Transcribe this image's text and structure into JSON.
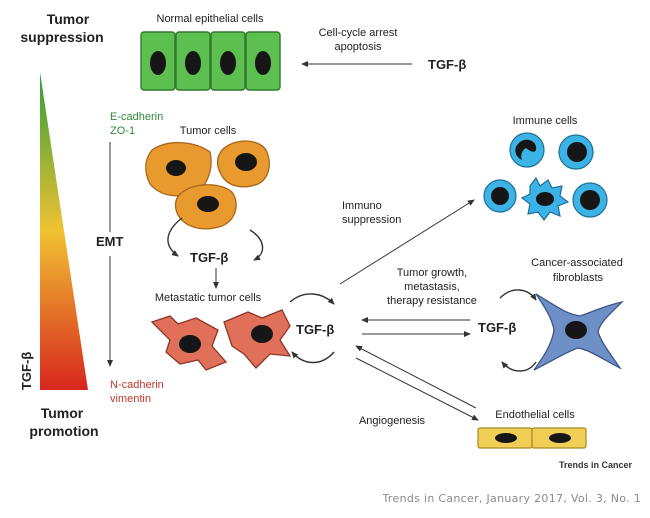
{
  "labels": {
    "tumor_suppression_1": "Tumor",
    "tumor_suppression_2": "suppression",
    "tumor_promotion_1": "Tumor",
    "tumor_promotion_2": "promotion",
    "tgf_axis": "TGF-β",
    "normal_cells": "Normal epithelial cells",
    "cell_cycle_1": "Cell-cycle arrest",
    "cell_cycle_2": "apoptosis",
    "tgf_top": "TGF-β",
    "e_cadherin": "E-cadherin",
    "zo1": "ZO-1",
    "tumor_cells": "Tumor cells",
    "emt": "EMT",
    "tgf_tumor": "TGF-β",
    "metastatic_cells": "Metastatic tumor cells",
    "tgf_center": "TGF-β",
    "n_cadherin": "N-cadherin",
    "vimentin": "vimentin",
    "immuno_1": "Immuno",
    "immuno_2": "suppression",
    "immune_cells": "Immune cells",
    "growth_1": "Tumor growth,",
    "growth_2": "metastasis,",
    "growth_3": "therapy resistance",
    "caf_1": "Cancer-associated",
    "caf_2": "fibroblasts",
    "tgf_right": "TGF-β",
    "angiogenesis": "Angiogenesis",
    "endothelial": "Endothelial cells",
    "brand": "Trends in Cancer",
    "caption": "Trends in Cancer, January 2017, Vol. 3, No. 1"
  },
  "colors": {
    "epithelial_fill": "#5cbf4f",
    "tumor_cell_fill": "#e89a2e",
    "metastatic_fill": "#e0705a",
    "immune_cell_fill": "#3bb3e6",
    "fibroblast_fill": "#6f8fc7",
    "endothelial_fill": "#f1cf56",
    "nucleus": "#161616",
    "gradient_top": "#2e9e3a",
    "gradient_mid": "#f1c232",
    "gradient_bottom": "#d7261e"
  }
}
